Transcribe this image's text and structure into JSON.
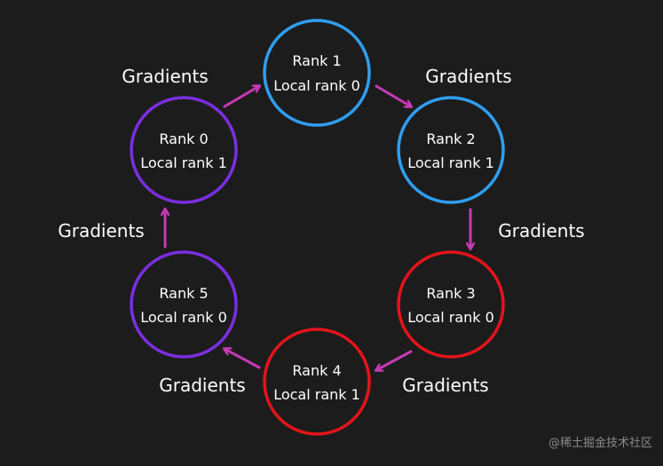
{
  "colors": {
    "background": "#1c1c1c",
    "blue": "#2f9ef0",
    "red": "#e3141b",
    "purple": "#7b2fe0",
    "arrow": "#c63ab4",
    "text": "#ffffff",
    "watermark": "#8a8a8a"
  },
  "nodes": [
    {
      "id": "rank1",
      "line1": "Rank 1",
      "line2": "Local rank 0",
      "color": "blue"
    },
    {
      "id": "rank2",
      "line1": "Rank 2",
      "line2": "Local rank 1",
      "color": "blue"
    },
    {
      "id": "rank3",
      "line1": "Rank 3",
      "line2": "Local rank 0",
      "color": "red"
    },
    {
      "id": "rank4",
      "line1": "Rank 4",
      "line2": "Local rank 1",
      "color": "red"
    },
    {
      "id": "rank5",
      "line1": "Rank 5",
      "line2": "Local rank 0",
      "color": "purple"
    },
    {
      "id": "rank0",
      "line1": "Rank 0",
      "line2": "Local rank 1",
      "color": "purple"
    }
  ],
  "edges": [
    {
      "from": "rank0",
      "to": "rank1",
      "label": "Gradients"
    },
    {
      "from": "rank1",
      "to": "rank2",
      "label": "Gradients"
    },
    {
      "from": "rank2",
      "to": "rank3",
      "label": "Gradients"
    },
    {
      "from": "rank3",
      "to": "rank4",
      "label": "Gradients"
    },
    {
      "from": "rank4",
      "to": "rank5",
      "label": "Gradients"
    },
    {
      "from": "rank5",
      "to": "rank0",
      "label": "Gradients"
    }
  ],
  "watermark": "@稀土掘金技术社区"
}
